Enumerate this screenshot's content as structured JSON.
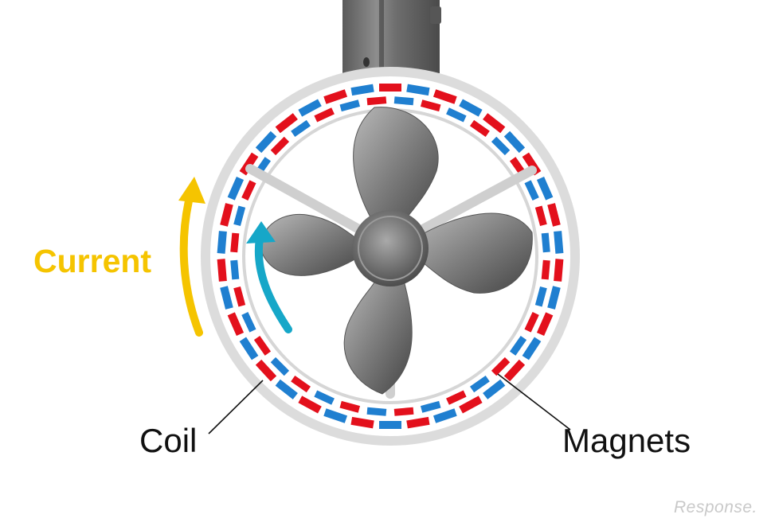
{
  "diagram": {
    "labels": {
      "current": "Current",
      "coil": "Coil",
      "magnets": "Magnets"
    },
    "watermark": "Response."
  },
  "colors": {
    "current_arrow": "#f5c400",
    "rotation_arrow": "#16a7c8",
    "coil_segment": "#e3101c",
    "magnet_segment": "#1f7fd0",
    "housing": "#d8d8d8",
    "propeller": "#7a7a7a"
  },
  "icons": {
    "current_arrow": "curved-up-arrow-icon",
    "rotation_arrow": "curved-up-arrow-icon",
    "watermark": "response-logo-icon"
  }
}
